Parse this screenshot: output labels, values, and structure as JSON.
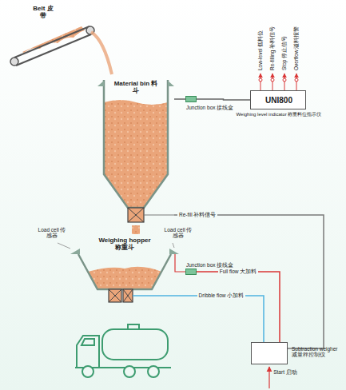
{
  "diagram": {
    "nodes": [
      {
        "text": [
          "Material bin 料斗"
        ]
      },
      {
        "text": [
          "Junction box 接线盒"
        ]
      },
      {
        "text": [
          "UNI800",
          "Weighing level indicator 称重料位指示仪"
        ]
      },
      {
        "text": [
          "Weighing hopper 称重斗"
        ]
      },
      {
        "text": [
          "Junction box 接线盒"
        ]
      },
      {
        "text": [
          "Subtraction weigher 减量秤控制仪"
        ]
      }
    ],
    "edges": [
      {
        "from": 0,
        "to": 1,
        "arrow": "none"
      },
      {
        "from": 1,
        "to": 2,
        "arrow": "none"
      },
      {
        "from": 4,
        "to": 5,
        "label": "Full flow 大加料",
        "arrow": "none"
      },
      {
        "from": 3,
        "to": 5,
        "label": "Dribble flow 小加料",
        "arrow": "none"
      },
      {
        "from": 5,
        "to": 0,
        "label": "Re-fill 补料信号",
        "arrow": "none"
      }
    ],
    "labels": [
      "Belt 皮带",
      "Low-level 低料位",
      "Re-filling 补料信号",
      "Stop 停止信号",
      "Overflow 溢料报警",
      "Load cell 传感器",
      "Load cell 传感器",
      "Start 启动"
    ]
  }
}
